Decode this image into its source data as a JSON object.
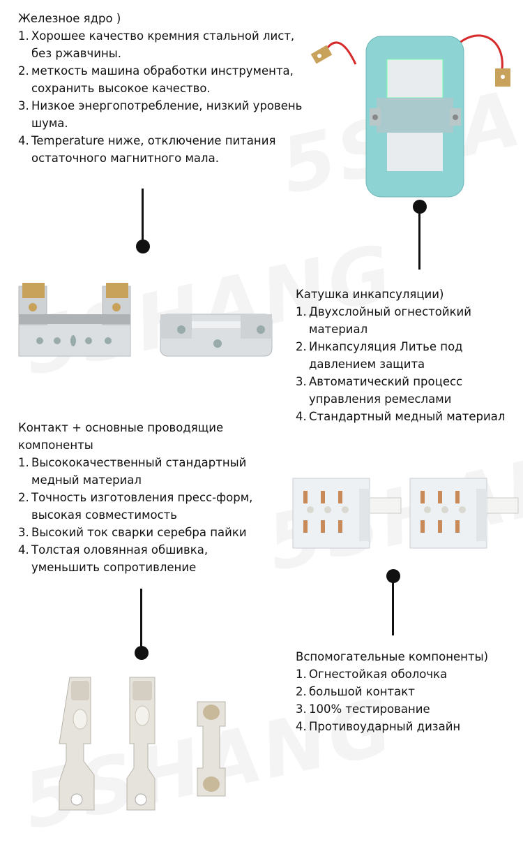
{
  "watermark": "5SHANG",
  "sections": {
    "iron_core": {
      "title": "Железное ядро )",
      "items": [
        {
          "num": "1.",
          "text": "Хорошее качество кремния стальной лист, без ржавчины."
        },
        {
          "num": "2.",
          "text": "меткость машина обработки инструмента, сохранить высокое качество."
        },
        {
          "num": "3.",
          "text": "Низкое энергопотребление, низкий уровень шума."
        },
        {
          "num": "4.",
          "text": "Temperature ниже, отключение питания остаточного магнитного мала."
        }
      ]
    },
    "coil": {
      "title": "Катушка инкапсуляции)",
      "items": [
        {
          "num": "1.",
          "text": "Двухслойный огнестойкий материал"
        },
        {
          "num": "2.",
          "text": "Инкапсуляция Литье под давлением защита"
        },
        {
          "num": "3.",
          "text": "Автоматический процесс управления ремеслами"
        },
        {
          "num": "4.",
          "text": "Стандартный медный материал"
        }
      ]
    },
    "contact": {
      "title": "Контакт + основные проводящие компоненты",
      "items": [
        {
          "num": "1.",
          "text": "Высококачественный стандартный медный материал"
        },
        {
          "num": "2.",
          "text": "Точность изготовления пресс-форм, высокая совместимость"
        },
        {
          "num": "3.",
          "text": "Высокий ток сварки серебра пайки"
        },
        {
          "num": "4.",
          "text": "Толстая оловянная обшивка, уменьшить сопротивление"
        }
      ]
    },
    "auxiliary": {
      "title": "Вспомогательные компоненты)",
      "items": [
        {
          "num": "1.",
          "text": "Огнестойкая оболочка"
        },
        {
          "num": "2.",
          "text": "большой контакт"
        },
        {
          "num": "3.",
          "text": "100% тестирование"
        },
        {
          "num": "4.",
          "text": "Противоударный дизайн"
        }
      ]
    }
  },
  "colors": {
    "coil_body": "#8ed3d4",
    "metal": "#d6d8da",
    "silver": "#e6e3dc",
    "copper": "#c98a5a",
    "wire": "#d62a2a"
  }
}
